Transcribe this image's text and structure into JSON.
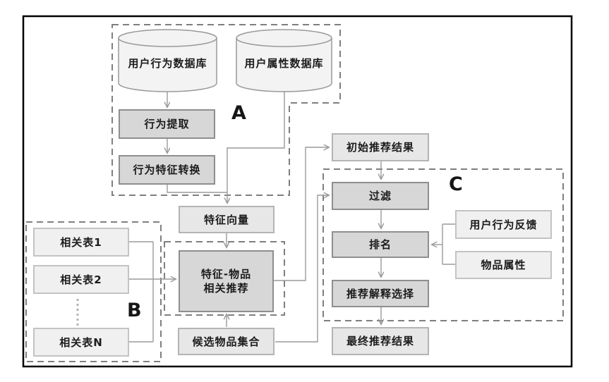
{
  "diagram": {
    "section_labels": {
      "a": "A",
      "b": "B",
      "c": "C"
    },
    "nodes": {
      "user_behavior_db": "用户行为数据库",
      "user_attribute_db": "用户属性数据库",
      "behavior_extraction": "行为提取",
      "behavior_feature_conversion": "行为特征转换",
      "feature_vector": "特征向量",
      "feature_item_rec_line1": "特征-物品",
      "feature_item_rec_line2": "相关推荐",
      "related_table_1": "相关表1",
      "related_table_2": "相关表2",
      "related_table_n": "相关表N",
      "candidate_item_set": "候选物品集合",
      "initial_recommendation_results": "初始推荐结果",
      "filter": "过滤",
      "ranking": "排名",
      "recommendation_explanation_selection": "推荐解释选择",
      "final_recommendation_results": "最终推荐结果",
      "user_behavior_feedback": "用户行为反馈",
      "item_attributes": "物品属性"
    },
    "colors": {
      "frame": "#000000",
      "dashed_border": "#7f7f7f",
      "connector": "#9a9a9a",
      "dark_box_fill": "#d7d7d7",
      "light_box_fill": "#e7e7e7",
      "xlight_box_fill": "#f0f0f0",
      "cylinder_fill": "#f3f3f3"
    }
  }
}
